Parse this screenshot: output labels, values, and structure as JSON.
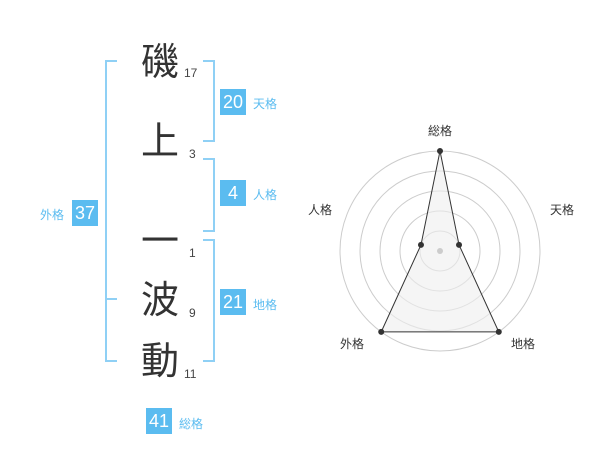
{
  "name_chars": [
    {
      "char": "磯",
      "strokes": "17"
    },
    {
      "char": "上",
      "strokes": "3"
    },
    {
      "char": "一",
      "strokes": "1"
    },
    {
      "char": "波",
      "strokes": "9"
    },
    {
      "char": "動",
      "strokes": "11"
    }
  ],
  "fortune": {
    "tenkaku": {
      "label": "天格",
      "value": "20"
    },
    "jinkaku": {
      "label": "人格",
      "value": "4"
    },
    "chikaku": {
      "label": "地格",
      "value": "21"
    },
    "gaikaku": {
      "label": "外格",
      "value": "37"
    },
    "soukaku": {
      "label": "総格",
      "value": "41"
    }
  },
  "chart_data": {
    "type": "radar",
    "axes": [
      "総格",
      "天格",
      "地格",
      "外格",
      "人格"
    ],
    "values": [
      1.0,
      0.2,
      1.0,
      1.0,
      0.2
    ],
    "rings": 5,
    "grid": true,
    "colors": {
      "fill": "#eeeeee",
      "line": "#333333",
      "grid": "#cccccc",
      "accent": "#5bbcf0"
    }
  }
}
